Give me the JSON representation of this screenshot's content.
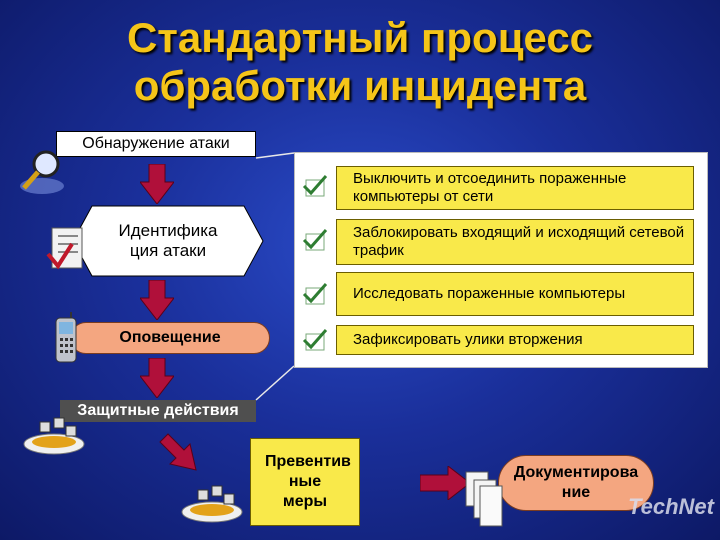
{
  "slide": {
    "title_line1": "Стандартный процесс",
    "title_line2": "обработки инцидента"
  },
  "steps": {
    "detect": "Обнаружение атаки",
    "identify": "Идентифика ция атаки",
    "notify": "Оповещение",
    "defend": "Защитные действия",
    "prevent": "Превентив ные меры",
    "document": "Документирова ние"
  },
  "actions": [
    "Выключить и отсоединить пораженные компьютеры от сети",
    "Заблокировать входящий и исходящий сетевой трафик",
    "Исследовать пораженные компьютеры",
    "Зафиксировать улики вторжения"
  ],
  "logo": "TechNet",
  "colors": {
    "title": "#f5c518",
    "background": "#1a2f9a",
    "arrow": "#b0103a",
    "yellow_box": "#f9e94a",
    "salmon_box": "#f4a680",
    "check": "#2e7d32"
  },
  "icons": [
    "magnifier-icon",
    "checklist-icon",
    "mobile-phone-icon",
    "network-computers-icon",
    "document-pages-icon"
  ]
}
